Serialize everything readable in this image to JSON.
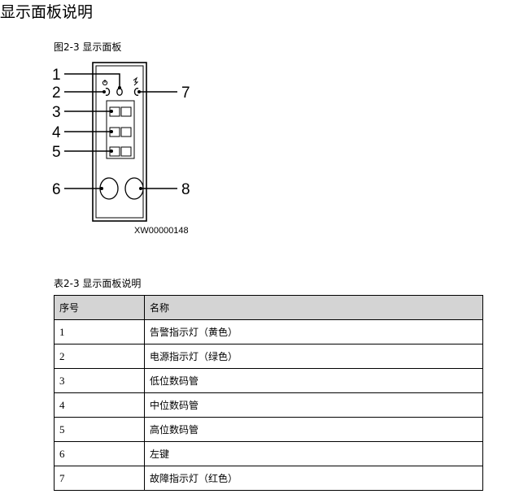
{
  "heading": "显示面板说明",
  "figure": {
    "caption": "图2-3  显示面板",
    "code": "XW00000148",
    "callouts": [
      "1",
      "2",
      "3",
      "4",
      "5",
      "6",
      "7",
      "8"
    ]
  },
  "table": {
    "caption": "表2-3  显示面板说明",
    "headers": [
      "序号",
      "名称"
    ],
    "rows": [
      [
        "1",
        "告警指示灯（黄色）"
      ],
      [
        "2",
        "电源指示灯（绿色）"
      ],
      [
        "3",
        "低位数码管"
      ],
      [
        "4",
        "中位数码管"
      ],
      [
        "5",
        "高位数码管"
      ],
      [
        "6",
        "左键"
      ],
      [
        "7",
        "故障指示灯（红色）"
      ]
    ]
  }
}
